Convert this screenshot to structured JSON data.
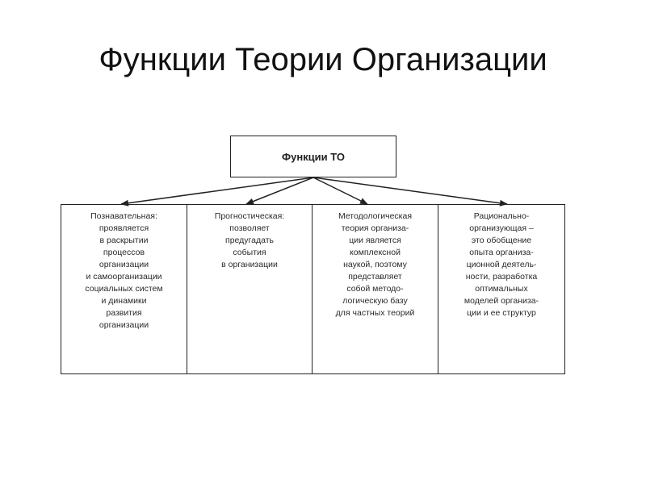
{
  "slide": {
    "title": "Функции Теории Организации"
  },
  "diagram": {
    "root": {
      "label": "Функции ТО"
    },
    "columns": [
      {
        "text": "Познавательная:\nпроявляется\nв раскрытии\nпроцессов\nорганизации\nи самоорганизации\nсоциальных систем\nи динамики\nразвития\nорганизации"
      },
      {
        "text": "Прогностическая:\nпозволяет\nпредугадать\nсобытия\nв организации"
      },
      {
        "text": "Методологическая\nтеория организа-\nции является\nкомплексной\nнаукой, поэтому\nпредставляет\nсобой методо-\nлогическую базу\nдля частных теорий"
      },
      {
        "text": "Рационально-\nорганизующая –\nэто обобщение\nопыта организа-\nционной деятель-\nности, разработка\nоптимальных\nмоделей организа-\nции и ее структур"
      }
    ],
    "line_color": "#222222"
  }
}
